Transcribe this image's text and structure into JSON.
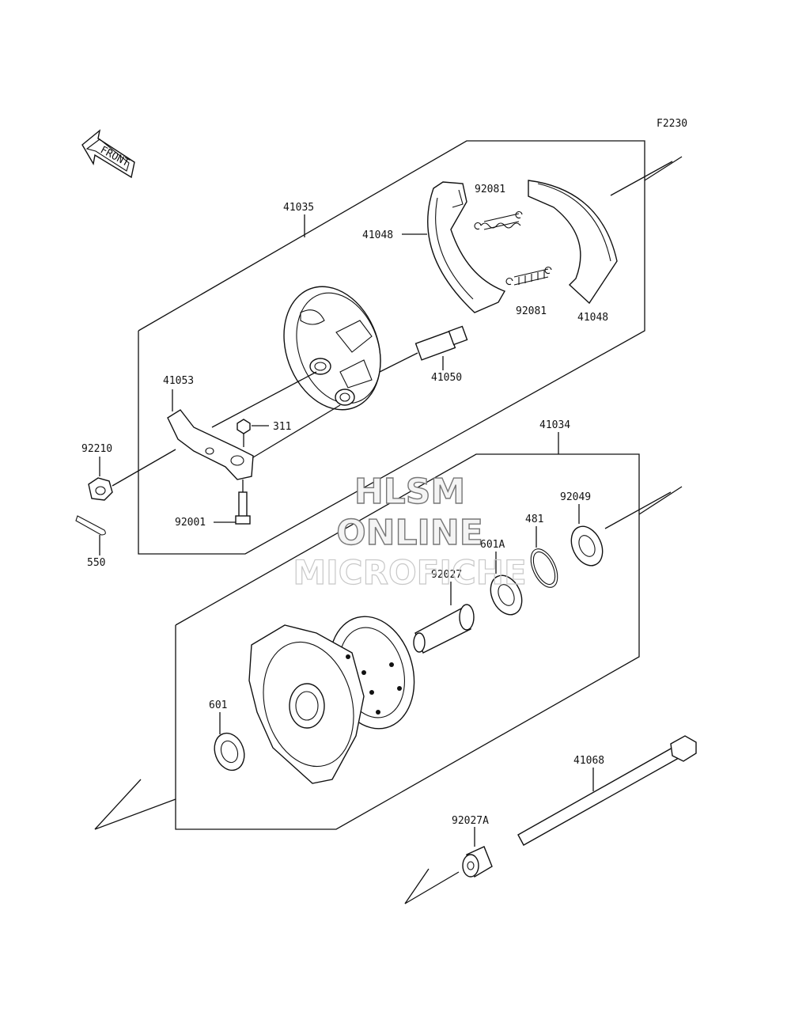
{
  "figure_code": "F2230",
  "front_label": "FRONT",
  "watermark": {
    "line1": "HLSM",
    "line2": "ONLINE",
    "line3": "MICROFICHE"
  },
  "labels": {
    "p41035": "41035",
    "p41048a": "41048",
    "p41048b": "41048",
    "p92081a": "92081",
    "p92081b": "92081",
    "p41050": "41050",
    "p41053": "41053",
    "p311": "311",
    "p92210": "92210",
    "p92001": "92001",
    "p550": "550",
    "p41034": "41034",
    "p92049": "92049",
    "p481": "481",
    "p601A": "601A",
    "p92027": "92027",
    "p601": "601",
    "p41068": "41068",
    "p92027A": "92027A"
  }
}
